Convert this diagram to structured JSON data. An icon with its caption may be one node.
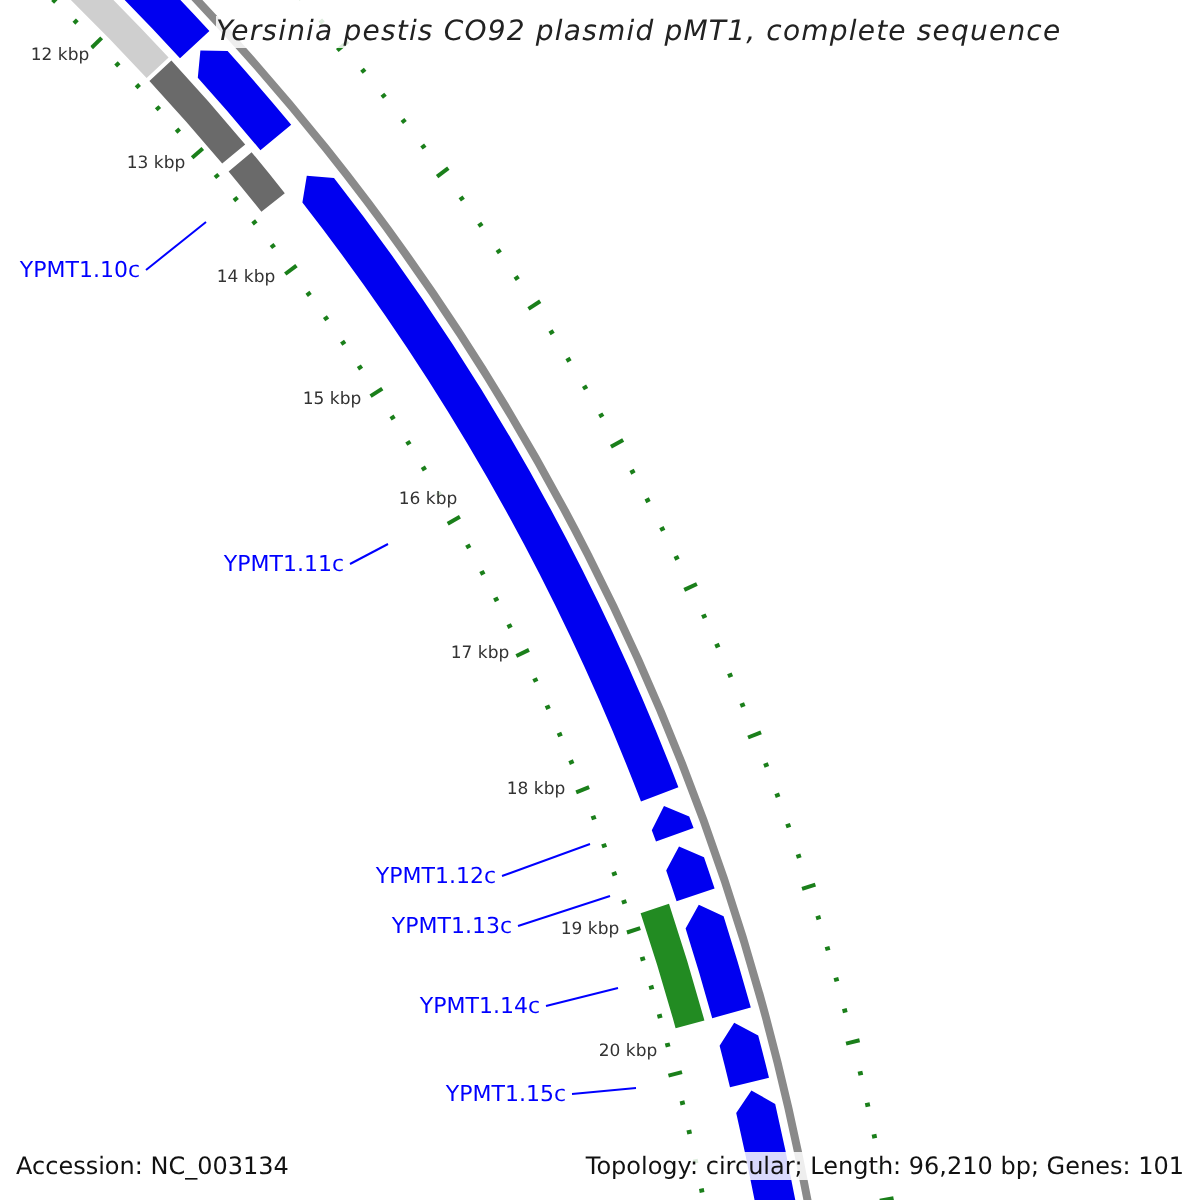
{
  "diagram": {
    "title": "Yersinia pestis CO92 plasmid pMT1, complete sequence",
    "nodes": [
      {
        "text": [
          "YPMT1.10c"
        ]
      },
      {
        "text": [
          "YPMT1.11c"
        ]
      },
      {
        "text": [
          "YPMT1.12c"
        ]
      },
      {
        "text": [
          "YPMT1.13c"
        ]
      },
      {
        "text": [
          "YPMT1.14c"
        ]
      },
      {
        "text": [
          "YPMT1.15c"
        ]
      }
    ],
    "edges": [
      {
        "from": 0,
        "to": null,
        "arrow": "none"
      },
      {
        "from": 1,
        "to": null,
        "arrow": "none"
      },
      {
        "from": 2,
        "to": null,
        "arrow": "none"
      },
      {
        "from": 3,
        "to": null,
        "arrow": "none"
      },
      {
        "from": 4,
        "to": null,
        "arrow": "none"
      },
      {
        "from": 5,
        "to": null,
        "arrow": "none"
      }
    ],
    "labels": [
      "12 kbp",
      "13 kbp",
      "14 kbp",
      "15 kbp",
      "16 kbp",
      "17 kbp",
      "18 kbp",
      "19 kbp",
      "20 kbp",
      "Accession: NC_003134",
      "Topology: circular; Length: 96,210 bp; Genes: 101"
    ]
  }
}
